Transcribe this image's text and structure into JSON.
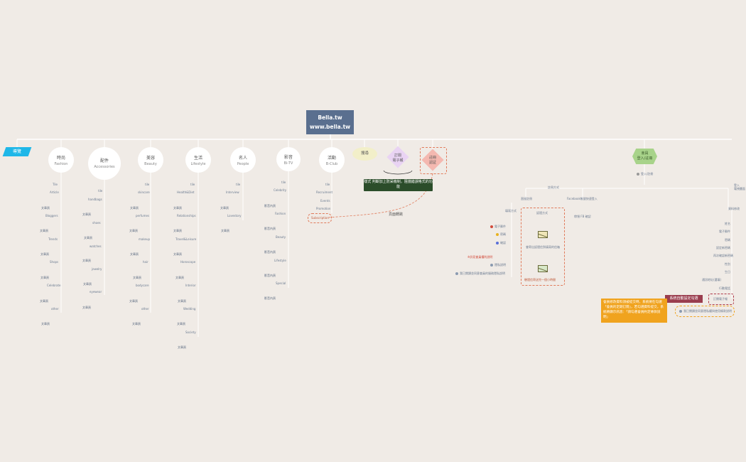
{
  "root": {
    "line1": "Bella.tw",
    "line2": "www.bella.tw"
  },
  "left_tag": "導覽",
  "categories": [
    {
      "zh": "時尚",
      "en": "Fashion",
      "leaves": [
        "Tile",
        "Article",
        "文章頁",
        "Bloggers",
        "文章頁",
        "Trends",
        "文章頁",
        "Shops",
        "文章頁",
        "Celebrate",
        "文章頁",
        "other",
        "文章頁"
      ]
    },
    {
      "zh": "配件",
      "en": "Accessories",
      "leaves": [
        "tile",
        "handbags",
        "文章頁",
        "shoes",
        "文章頁",
        "watches",
        "文章頁",
        "jewelry",
        "文章頁",
        "eyewear",
        "文章頁"
      ]
    },
    {
      "zh": "美容",
      "en": "Beauty",
      "leaves": [
        "tile",
        "skincare",
        "文章頁",
        "perfumes",
        "文章頁",
        "makeup",
        "文章頁",
        "hair",
        "文章頁",
        "bodycare",
        "文章頁",
        "other",
        "文章頁"
      ]
    },
    {
      "zh": "生活",
      "en": "Lifestyle",
      "leaves": [
        "tile",
        "Health&Diet",
        "文章頁",
        "Relationships",
        "文章頁",
        "Travel&Leisure",
        "文章頁",
        "Horoscope",
        "文章頁",
        "Interior",
        "文章頁",
        "Wedding",
        "文章頁",
        "Society",
        "文章頁"
      ]
    },
    {
      "zh": "名人",
      "en": "People",
      "leaves": [
        "tile",
        "Interview",
        "文章頁",
        "Lovestory",
        "文章頁"
      ]
    },
    {
      "zh": "影音",
      "en": "Bi-TV",
      "leaves": [
        "tile",
        "Celebrity",
        "影音內頁",
        "Fashion",
        "影音內頁",
        "Beauty",
        "影音內頁",
        "Lifestyle",
        "影音內頁",
        "Special",
        "影音內頁"
      ]
    },
    {
      "zh": "活動",
      "en": "B-Club",
      "leaves": [
        "tile",
        "Recruiment",
        "Events",
        "Promotion"
      ]
    }
  ],
  "subscription": "Subscription",
  "search": "搜尋",
  "subscribe_diamond": "訂閱\n電子報",
  "register_diamond": "註冊\n認証",
  "green_note": "樣式 判斷加上防呆機制，阻擋錯誤格式的功能",
  "page_jump": "頁面轉跳",
  "member": {
    "title": "會員\n登入/註冊",
    "login": "登入/註冊"
  },
  "right": {
    "register_method": "註冊方式",
    "direct_register": "直接註冊",
    "facebook": "Facebook帳號快速登入",
    "fill_form": "填寫方式",
    "fb_check": "帶領 FB 確認",
    "verify_method": "認證方式",
    "email": "電子郵件",
    "password": "密碼",
    "confirm_pw": "確認",
    "privacy_link": "※詳見會員權利說明",
    "agree": "我已閱讀並同意會員的服務隱私說明",
    "verify_mail": "會寄出認證信到填寫的信箱",
    "resend": "驗證信寄送完一個小時間",
    "login_heading": "登入\n電視畫面",
    "profile": "資料修改",
    "fields": [
      "姓名",
      "電子郵件",
      "密碼",
      "設定新密碼",
      "再次確認新密碼",
      "性別",
      "生日",
      "通訊地址(選填)",
      "行動電話"
    ],
    "subscribe_news": "訂閱電子報",
    "privacy_agree": "我已閱讀並同意隱私權與使用條款說明",
    "red_note": "系統自動設定勾選",
    "yellow_note": "會員修改資料須被提交時，系統要在勾選「會員的定期訂閱」，若勾選資料提交，系統將顯示訊息：「請勾選會員約定條款說明」"
  }
}
